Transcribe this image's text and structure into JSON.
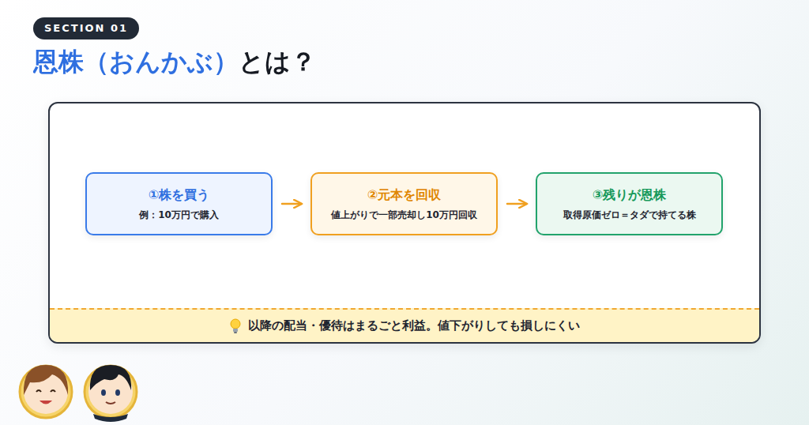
{
  "diagram": {
    "title": "恩株（おんかぶ）とは？",
    "nodes": [
      {
        "text": [
          "①株を買う",
          "例：10万円で購入"
        ]
      },
      {
        "text": [
          "②元本を回収",
          "値上がりで一部売却し10万円回収"
        ]
      },
      {
        "text": [
          "③残りが恩株",
          "取得原価ゼロ＝タダで持てる株"
        ]
      },
      {
        "text": [
          "以降の配当・優待はまるごと利益。値下がりしても損しにくい"
        ]
      }
    ],
    "edges": [
      {
        "from": 0,
        "to": 1,
        "arrow": "to"
      },
      {
        "from": 1,
        "to": 2,
        "arrow": "to"
      }
    ],
    "labels": [
      "SECTION 01"
    ]
  }
}
